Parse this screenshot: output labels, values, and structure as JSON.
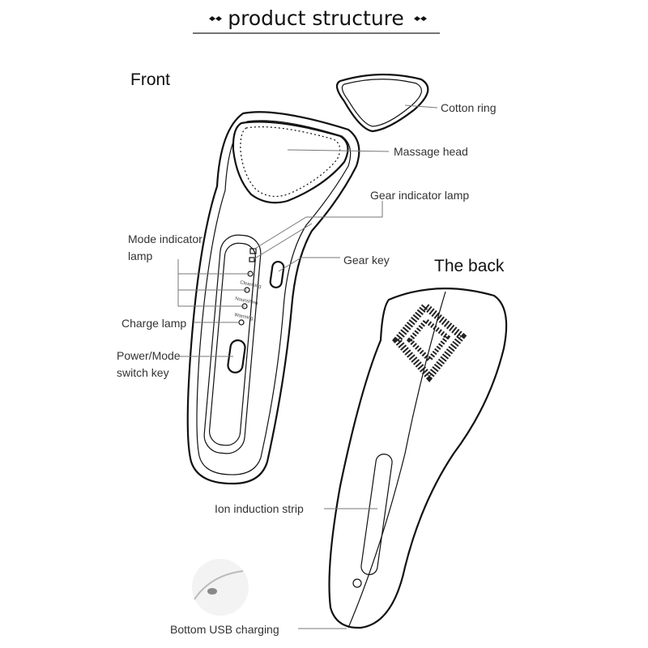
{
  "title": "product structure",
  "sections": {
    "front": "Front",
    "back": "The back"
  },
  "labels": {
    "cotton_ring": "Cotton ring",
    "massage_head": "Massage head",
    "gear_indicator_lamp": "Gear indicator lamp",
    "mode_indicator_lamp_1": "Mode indicator",
    "mode_indicator_lamp_2": "lamp",
    "gear_key": "Gear key",
    "charge_lamp": "Charge lamp",
    "power_mode_1": "Power/Mode",
    "power_mode_2": "switch key",
    "ion_strip": "Ion induction strip",
    "usb": "Bottom USB charging"
  },
  "device_text": {
    "cleansing": "Cleansing",
    "nourishing": "Nourishing",
    "warming": "Warming"
  },
  "icons": {
    "title_ornament": "diamond-pair-icon"
  }
}
